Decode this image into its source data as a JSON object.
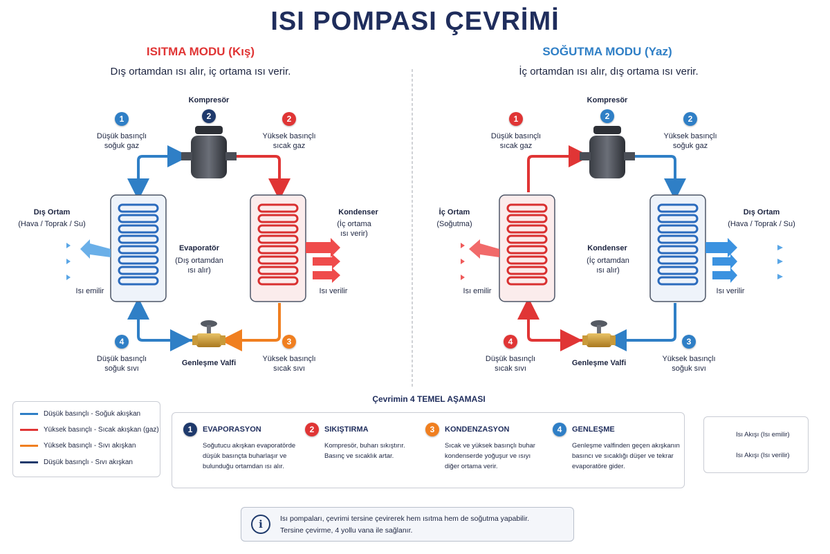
{
  "title": "ISI POMPASI ÇEVRİMİ",
  "colors": {
    "low_cold": "#2f7fc6",
    "high_hot": "#e03535",
    "high_liquid": "#f07f20",
    "low_liquid": "#1f3a6c",
    "title_navy": "#1f2d5c"
  },
  "heating": {
    "title": "ISITMA MODU (Kış)",
    "subtitle": "Dış ortamdan ısı alır, iç ortama ısı verir.",
    "compressor": "Kompresör",
    "n1": "1",
    "s1a": "Düşük basınçlı",
    "s1b": "soğuk gaz",
    "n2": "2",
    "n2r": "2",
    "s2a": "Yüksek basınçlı",
    "s2b": "sıcak gaz",
    "outdoor_title": "Dış Ortam",
    "outdoor_sub": "(Hava / Toprak / Su)",
    "heat_absorbed": "Isı emilir",
    "evap_title": "Evaporatör",
    "evap_sub1": "(Dış ortamdan",
    "evap_sub2": "ısı alır)",
    "cond_title": "Kondenser",
    "cond_sub1": "(İç ortama",
    "cond_sub2": "ısı verir)",
    "heat_released": "Isı verilir",
    "n4": "4",
    "s4a": "Düşük basınçlı",
    "s4b": "soğuk sıvı",
    "valve": "Genleşme Valfi",
    "n3": "3",
    "s3a": "Yüksek basınçlı",
    "s3b": "sıcak sıvı"
  },
  "cooling": {
    "title": "SOĞUTMA MODU (Yaz)",
    "subtitle": "İç ortamdan ısı alır, dış ortama ısı verir.",
    "compressor": "Kompresör",
    "n1": "1",
    "s1a": "Düşük basınçlı",
    "s1b": "sıcak gaz",
    "n2": "2",
    "n2r": "2",
    "s2a": "Yüksek basınçlı",
    "s2b": "soğuk gaz",
    "indoor_title": "İç Ortam",
    "indoor_sub": "(Soğutma)",
    "heat_absorbed": "Isı emilir",
    "cond_title": "Kondenser",
    "cond_sub1": "(İç ortamdan",
    "cond_sub2": "ısı alır)",
    "outdoor_title": "Dış Ortam",
    "outdoor_sub": "(Hava / Toprak / Su)",
    "heat_released": "Isı verilir",
    "n4": "4",
    "s4a": "Düşük basınçlı",
    "s4b": "sıcak sıvı",
    "valve": "Genleşme Valfi",
    "n3": "3",
    "s3a": "Yüksek basınçlı",
    "s3b": "soğuk sıvı"
  },
  "legend": [
    {
      "label": "Düşük basınçlı - Soğuk akışkan",
      "color": "#2f7fc6"
    },
    {
      "label": "Yüksek basınçlı - Sıcak akışkan (gaz)",
      "color": "#e03535"
    },
    {
      "label": "Yüksek basınçlı - Sıvı akışkan",
      "color": "#f07f20"
    },
    {
      "label": "Düşük basınçlı - Sıvı akışkan",
      "color": "#1f3a6c"
    }
  ],
  "stages_title": "Çevrimin 4 TEMEL AŞAMASI",
  "stages": [
    {
      "num": "1",
      "name": "EVAPORASYON",
      "d1": "Soğutucu akışkan evaporatörde",
      "d2": "düşük basınçta buharlaşır ve",
      "d3": "bulunduğu ortamdan ısı alır."
    },
    {
      "num": "2",
      "name": "SIKIŞTIRMA",
      "d1": "Kompresör, buharı sıkıştırır.",
      "d2": "Basınç ve sıcaklık artar.",
      "d3": ""
    },
    {
      "num": "3",
      "name": "KONDENZASYON",
      "d1": "Sıcak ve yüksek basınçlı buhar",
      "d2": "kondenserde yoğuşur ve ısıyı",
      "d3": "diğer ortama verir."
    },
    {
      "num": "4",
      "name": "GENLEŞME",
      "d1": "Genleşme valfinden geçen akışkanın",
      "d2": "basıncı ve sıcaklığı düşer ve tekrar",
      "d3": "evaporatöre gider."
    }
  ],
  "heat_legend": {
    "absorbed": "Isı Akışı (Isı emilir)",
    "released": "Isı Akışı (Isı verilir)"
  },
  "info": {
    "icon": "i",
    "line1": "Isı pompaları, çevrimi tersine çevirerek hem ısıtma hem de soğutma yapabilir.",
    "line2": "Tersine çevirme, 4 yollu vana ile sağlanır."
  }
}
